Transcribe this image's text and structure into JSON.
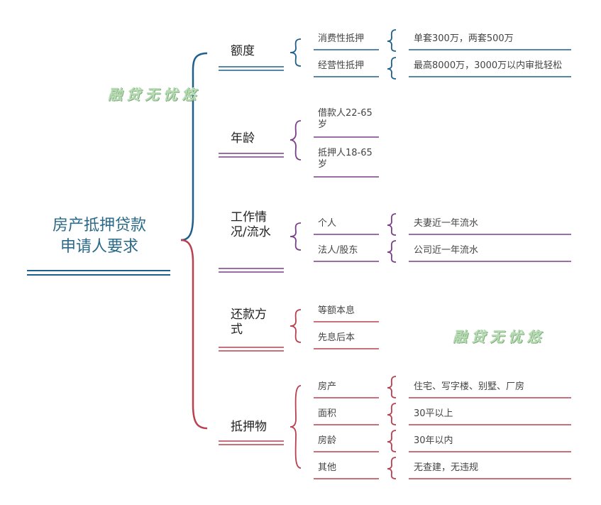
{
  "root": {
    "line1": "房产抵押贷款",
    "line2": "申请人要求"
  },
  "watermark": "融贷无忧悠",
  "colors": {
    "blue": "#1f5f8b",
    "purple": "#7b3f8a",
    "red": "#b8404f"
  },
  "branches": [
    {
      "label": "额度",
      "items": [
        {
          "label": "消费性抵押",
          "detail": "单套300万，两套500万"
        },
        {
          "label": "经营性抵押",
          "detail": "最高8000万，3000万以内审批轻松"
        }
      ]
    },
    {
      "label": "年龄",
      "items": [
        {
          "label": "借款人22-65岁"
        },
        {
          "label": "抵押人18-65岁"
        }
      ]
    },
    {
      "label": "工作情况/流水",
      "items": [
        {
          "label": "个人",
          "detail": "夫妻近一年流水"
        },
        {
          "label": "法人/股东",
          "detail": "公司近一年流水"
        }
      ]
    },
    {
      "label": "还款方式",
      "items": [
        {
          "label": "等额本息"
        },
        {
          "label": "先息后本"
        }
      ]
    },
    {
      "label": "抵押物",
      "items": [
        {
          "label": "房产",
          "detail": "住宅、写字楼、别墅、厂房"
        },
        {
          "label": "面积",
          "detail": "30平以上"
        },
        {
          "label": "房龄",
          "detail": "30年以内"
        },
        {
          "label": "其他",
          "detail": "无查建，无违规"
        }
      ]
    }
  ]
}
